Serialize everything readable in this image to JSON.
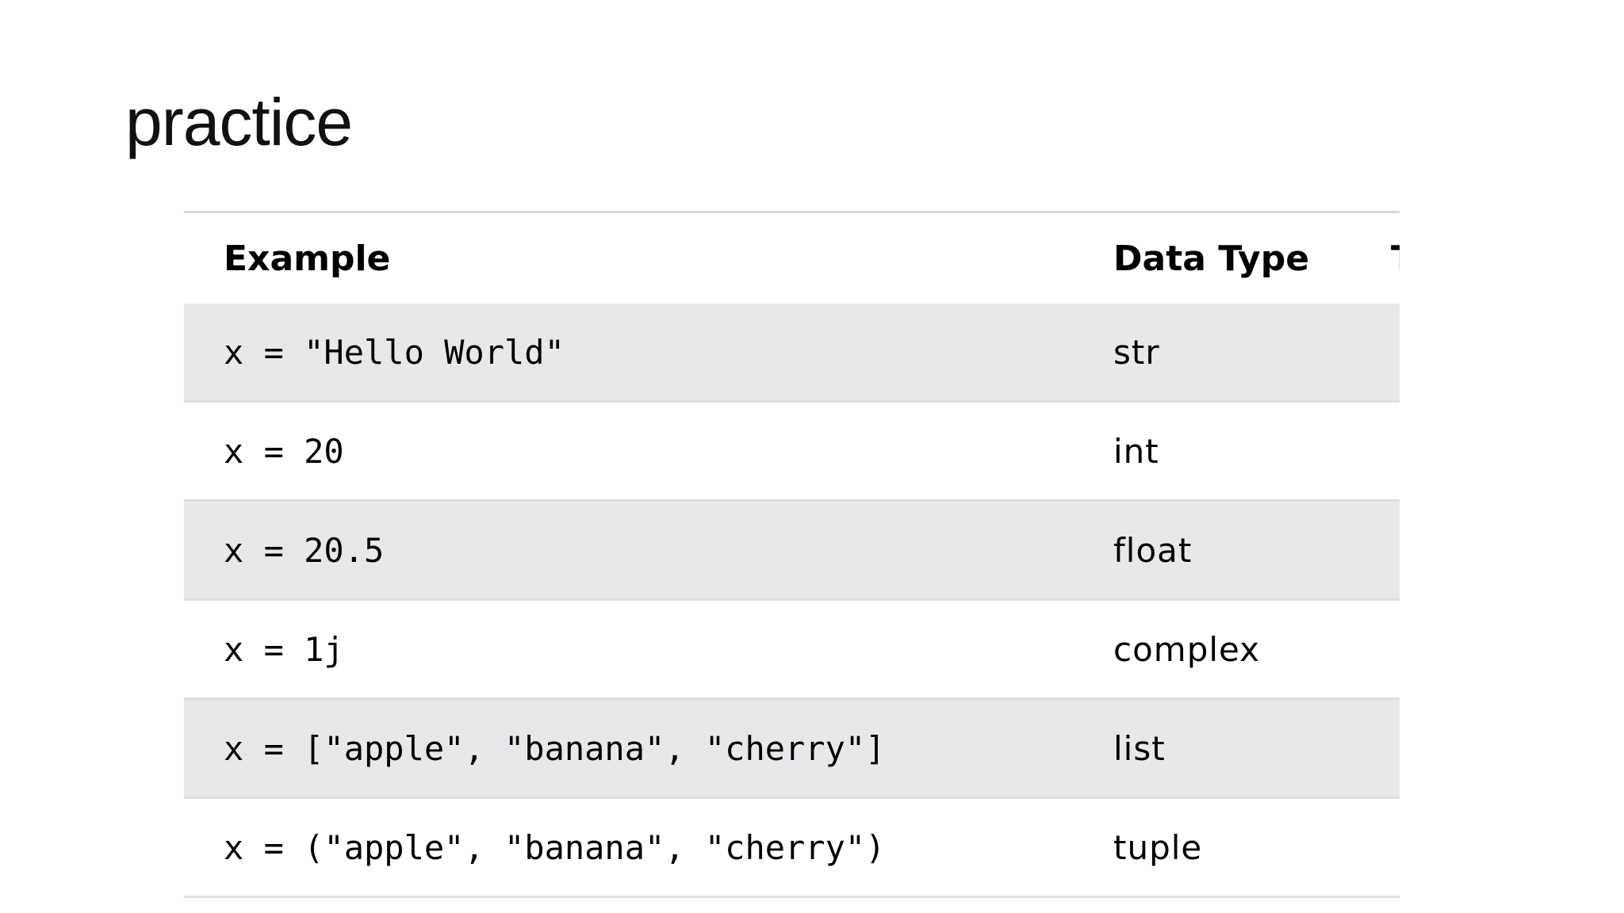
{
  "slide": {
    "title": "practice"
  },
  "table": {
    "headers": [
      "Example",
      "Data Type",
      "T"
    ],
    "rows": [
      {
        "example": "x = \"Hello World\"",
        "type": "str"
      },
      {
        "example": "x = 20",
        "type": "int"
      },
      {
        "example": "x = 20.5",
        "type": "float"
      },
      {
        "example": "x = 1j",
        "type": "complex"
      },
      {
        "example": "x = [\"apple\", \"banana\", \"cherry\"]",
        "type": "list"
      },
      {
        "example": "x = (\"apple\", \"banana\", \"cherry\")",
        "type": "tuple"
      }
    ],
    "colors": {
      "stripe": "#e7e8ea",
      "border": "#dedede"
    }
  }
}
